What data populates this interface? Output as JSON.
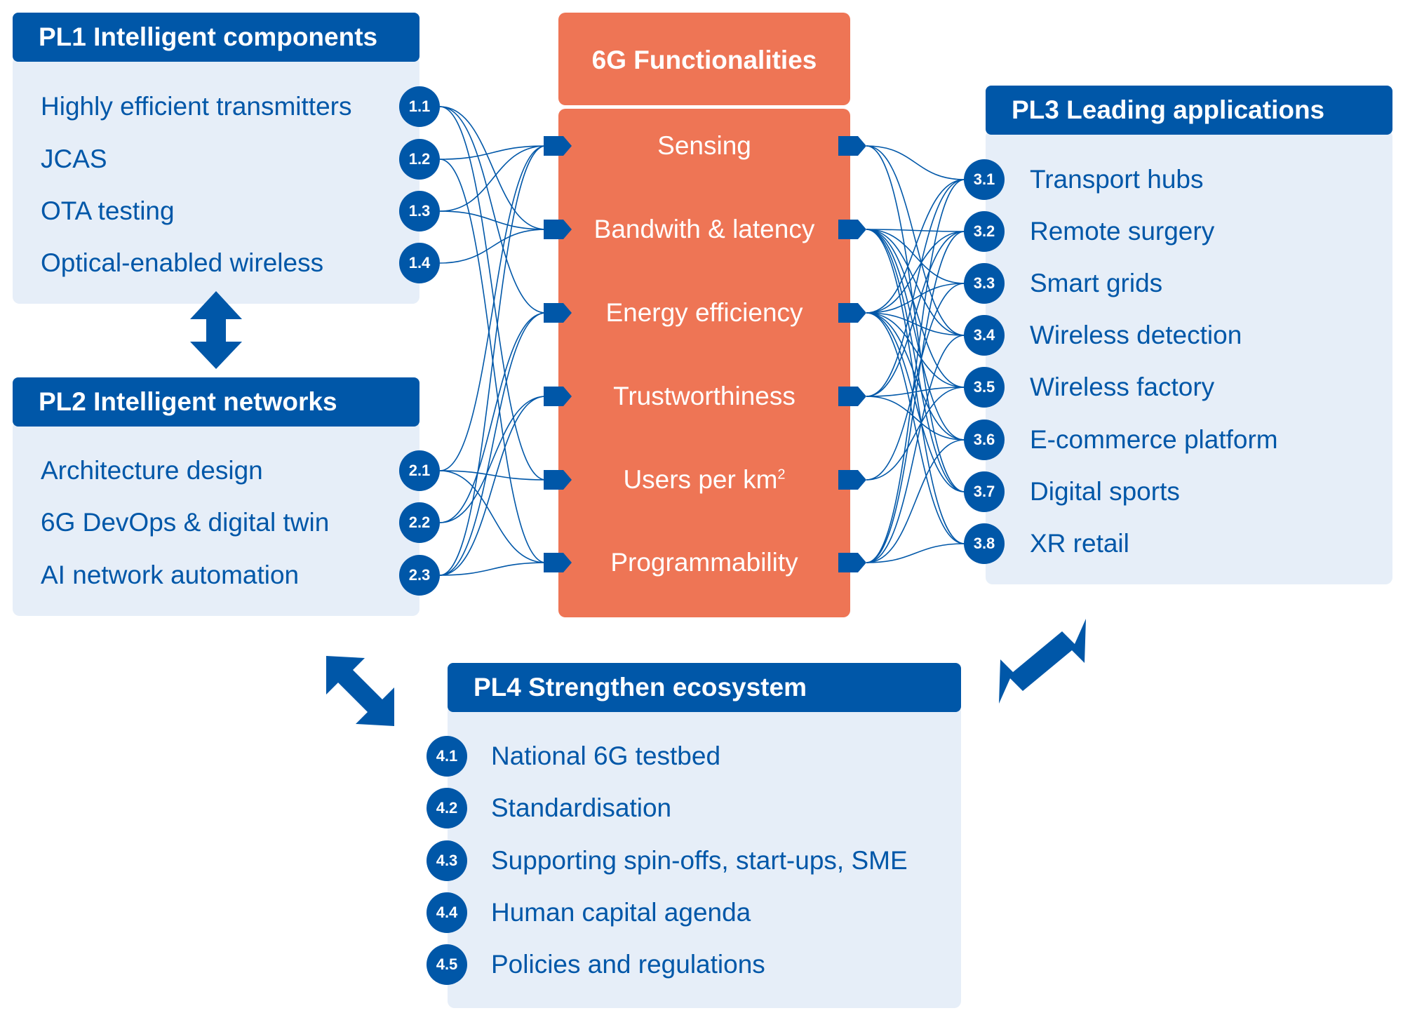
{
  "colors": {
    "brand_blue": "#0057a8",
    "panel_bg": "#e6eef8",
    "functionality_orange": "#ee7555",
    "text_white": "#ffffff"
  },
  "pl1": {
    "title": "PL1 Intelligent components",
    "items": [
      {
        "id": "1.1",
        "label": "Highly efficient transmitters"
      },
      {
        "id": "1.2",
        "label": "JCAS"
      },
      {
        "id": "1.3",
        "label": "OTA testing"
      },
      {
        "id": "1.4",
        "label": "Optical-enabled wireless"
      }
    ]
  },
  "pl2": {
    "title": "PL2 Intelligent networks",
    "items": [
      {
        "id": "2.1",
        "label": "Architecture design"
      },
      {
        "id": "2.2",
        "label": "6G DevOps & digital twin"
      },
      {
        "id": "2.3",
        "label": "AI network automation"
      }
    ]
  },
  "functionalities": {
    "title": "6G Functionalities",
    "items": [
      {
        "label": "Sensing"
      },
      {
        "label": "Bandwith & latency"
      },
      {
        "label": "Energy efficiency"
      },
      {
        "label": "Trustworthiness"
      },
      {
        "label": "Users per km",
        "superscript": "2"
      },
      {
        "label": "Programmability"
      }
    ]
  },
  "pl3": {
    "title": "PL3 Leading applications",
    "items": [
      {
        "id": "3.1",
        "label": "Transport hubs"
      },
      {
        "id": "3.2",
        "label": "Remote surgery"
      },
      {
        "id": "3.3",
        "label": "Smart grids"
      },
      {
        "id": "3.4",
        "label": "Wireless detection"
      },
      {
        "id": "3.5",
        "label": "Wireless factory"
      },
      {
        "id": "3.6",
        "label": "E-commerce platform"
      },
      {
        "id": "3.7",
        "label": "Digital sports"
      },
      {
        "id": "3.8",
        "label": "XR retail"
      }
    ]
  },
  "pl4": {
    "title": "PL4 Strengthen ecosystem",
    "items": [
      {
        "id": "4.1",
        "label": "National 6G testbed"
      },
      {
        "id": "4.2",
        "label": "Standardisation"
      },
      {
        "id": "4.3",
        "label": "Supporting spin-offs, start-ups, SME"
      },
      {
        "id": "4.4",
        "label": "Human capital agenda"
      },
      {
        "id": "4.5",
        "label": "Policies and regulations"
      }
    ]
  },
  "links_left": [
    [
      "1.1",
      1
    ],
    [
      "1.1",
      2
    ],
    [
      "1.1",
      4
    ],
    [
      "1.2",
      0
    ],
    [
      "1.2",
      5
    ],
    [
      "1.3",
      0
    ],
    [
      "1.3",
      1
    ],
    [
      "1.4",
      1
    ],
    [
      "2.1",
      0
    ],
    [
      "2.1",
      4
    ],
    [
      "2.1",
      5
    ],
    [
      "2.2",
      2
    ],
    [
      "2.2",
      3
    ],
    [
      "2.3",
      0
    ],
    [
      "2.3",
      2
    ],
    [
      "2.3",
      3
    ],
    [
      "2.3",
      5
    ]
  ],
  "links_right": [
    [
      0,
      "3.1"
    ],
    [
      0,
      "3.4"
    ],
    [
      0,
      "3.7"
    ],
    [
      1,
      "3.2"
    ],
    [
      1,
      "3.3"
    ],
    [
      1,
      "3.4"
    ],
    [
      1,
      "3.5"
    ],
    [
      1,
      "3.6"
    ],
    [
      1,
      "3.7"
    ],
    [
      1,
      "3.8"
    ],
    [
      2,
      "3.1"
    ],
    [
      2,
      "3.2"
    ],
    [
      2,
      "3.3"
    ],
    [
      2,
      "3.4"
    ],
    [
      2,
      "3.5"
    ],
    [
      2,
      "3.6"
    ],
    [
      2,
      "3.7"
    ],
    [
      2,
      "3.8"
    ],
    [
      3,
      "3.1"
    ],
    [
      3,
      "3.2"
    ],
    [
      3,
      "3.5"
    ],
    [
      3,
      "3.6"
    ],
    [
      4,
      "3.3"
    ],
    [
      4,
      "3.5"
    ],
    [
      5,
      "3.1"
    ],
    [
      5,
      "3.2"
    ],
    [
      5,
      "3.4"
    ],
    [
      5,
      "3.6"
    ],
    [
      5,
      "3.8"
    ]
  ]
}
